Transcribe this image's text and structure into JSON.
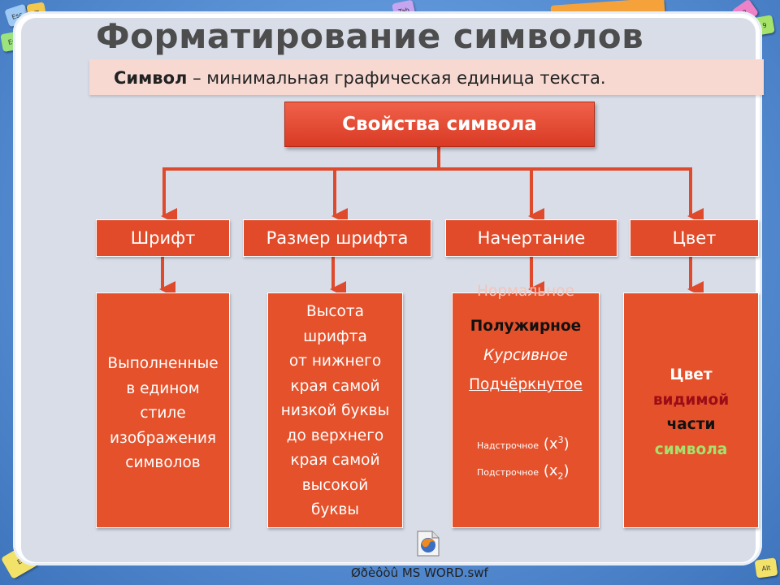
{
  "decor_keys": [
    {
      "id": "esc",
      "label": "Esc",
      "color": "#9ec9f5"
    },
    {
      "id": "e",
      "label": "E",
      "color": "#f2c94c"
    },
    {
      "id": "en",
      "label": "En",
      "color": "#9be37c"
    },
    {
      "id": "tab",
      "label": "Tab",
      "color": "#c6a5f0"
    },
    {
      "id": "orange",
      "label": "",
      "color": "#f6a23a"
    },
    {
      "id": "two",
      "label": "2",
      "color": "#ee82c8"
    },
    {
      "id": "nine",
      "label": "9",
      "color": "#a6e36a"
    },
    {
      "id": "e2",
      "label": "E",
      "color": "#f2e26a"
    },
    {
      "id": "alt",
      "label": "Alt",
      "color": "#f2e26a"
    }
  ],
  "title": "Форматирование символов",
  "definition": {
    "term": "Символ",
    "rest": " – минимальная графическая единица текста."
  },
  "root": "Свойства символа",
  "categories": [
    {
      "id": "font",
      "label": "Шрифт"
    },
    {
      "id": "size",
      "label": "Размер шрифта"
    },
    {
      "id": "style",
      "label": "Начертание"
    },
    {
      "id": "color",
      "label": "Цвет"
    }
  ],
  "font_desc": [
    "Выполненные",
    "в едином",
    "стиле",
    "изображения",
    "символов"
  ],
  "size_desc": [
    "Высота",
    "шрифта",
    "от нижнего",
    "края самой",
    "низкой буквы",
    "до верхнего",
    "края самой",
    "высокой",
    "буквы"
  ],
  "style_desc": {
    "normal": "Нормальное",
    "bold": "Полужирное",
    "italic": "Курсивное",
    "underline": "Подчёркнутое",
    "superscript_label": "Надстрочное",
    "superscript_expr_base": "(x",
    "superscript_exp": "3",
    "superscript_close": ")",
    "subscript_label": "Подстрочное",
    "subscript_expr_base": "(x",
    "subscript_exp": "2",
    "subscript_close": ")"
  },
  "color_desc": [
    {
      "text": "Цвет",
      "color": "#ffffff"
    },
    {
      "text": "видимой",
      "color": "#9b0c16"
    },
    {
      "text": "части",
      "color": "#111111"
    },
    {
      "text": "символа",
      "color": "#a8e06c"
    }
  ],
  "footer_text": "Øðèôòû MS WORD.swf",
  "colors": {
    "box": "#e4512b",
    "connector": "#e04a2c",
    "accent_red": "#9b0c16",
    "accent_green": "#a8e06c"
  }
}
